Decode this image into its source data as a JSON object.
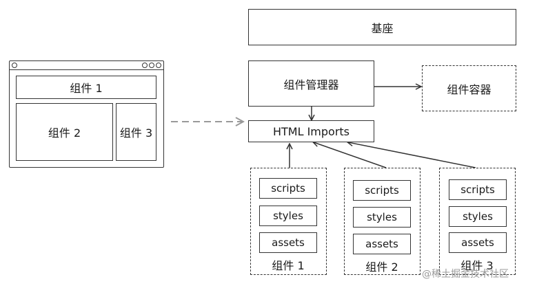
{
  "browser_window": {
    "component_1": "组件 1",
    "component_2": "组件 2",
    "component_3": "组件 3"
  },
  "base": "基座",
  "component_manager": "组件管理器",
  "component_container": "组件容器",
  "html_imports": "HTML Imports",
  "packages": [
    {
      "label": "组件 1",
      "items": [
        "scripts",
        "styles",
        "assets"
      ]
    },
    {
      "label": "组件 2",
      "items": [
        "scripts",
        "styles",
        "assets"
      ]
    },
    {
      "label": "组件 3",
      "items": [
        "scripts",
        "styles",
        "assets"
      ]
    }
  ],
  "watermark": "@稀土掘金技术社区"
}
